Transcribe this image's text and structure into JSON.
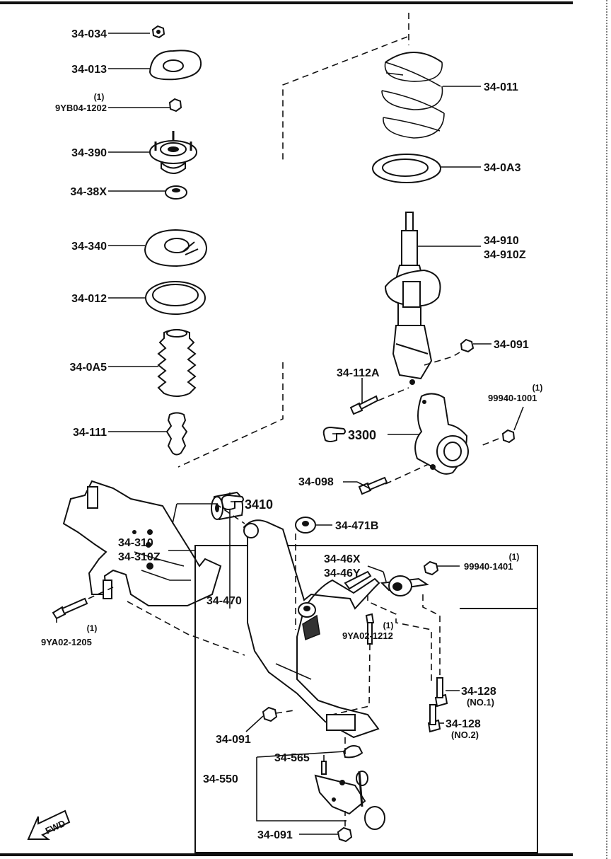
{
  "labels": {
    "l_34_034": "34-034",
    "l_34_013": "34-013",
    "l_9yb04_qty": "(1)",
    "l_9yb04": "9YB04-1202",
    "l_34_390": "34-390",
    "l_34_38x": "34-38X",
    "l_34_340": "34-340",
    "l_34_012": "34-012",
    "l_34_0a5": "34-0A5",
    "l_34_111": "34-111",
    "l_34_011": "34-011",
    "l_34_0a3": "34-0A3",
    "l_34_910": "34-910",
    "l_34_910z": "34-910Z",
    "l_34_091_top": "34-091",
    "l_34_112a": "34-112A",
    "l_99940_1001_qty": "(1)",
    "l_99940_1001": "99940-1001",
    "l_3300": "3300",
    "l_34_098": "34-098",
    "l_3410": "3410",
    "l_34_471b": "34-471B",
    "l_34_46x": "34-46X",
    "l_34_46y": "34-46Y",
    "l_99940_1401_qty": "(1)",
    "l_99940_1401": "99940-1401",
    "l_34_470": "34-470",
    "l_9ya02_1212_qty": "(1)",
    "l_9ya02_1212": "9YA02-1212",
    "l_9ya02_1205_qty": "(1)",
    "l_9ya02_1205": "9YA02-1205",
    "l_34_310": "34-310",
    "l_34_310z": "34-310Z",
    "l_34_128_a": "34-128",
    "l_no1": "(NO.1)",
    "l_34_128_b": "34-128",
    "l_no2": "(NO.2)",
    "l_34_091_mid": "34-091",
    "l_34_565": "34-565",
    "l_34_550": "34-550",
    "l_34_091_bot": "34-091",
    "l_fwd": "FWD"
  },
  "icons": {
    "ref_hand": "pointing-hand-icon",
    "fwd_arrow": "fwd-arrow-icon"
  },
  "colors": {
    "ink": "#111111",
    "paper": "#ffffff"
  }
}
